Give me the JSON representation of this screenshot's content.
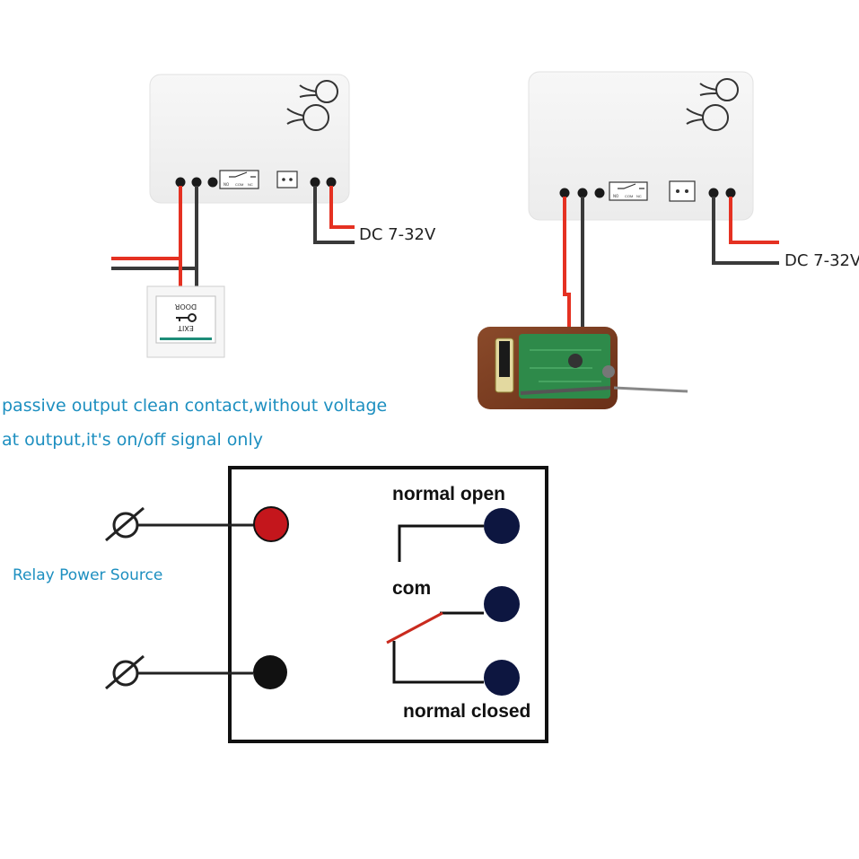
{
  "module_left": {
    "power_label": "DC 7-32V",
    "exit_button": {
      "line1": "EXIT",
      "line2": "DOOR"
    },
    "terminal_labels": [
      "NO",
      "COM",
      "NC"
    ]
  },
  "module_right": {
    "power_label": "DC 7-32V",
    "terminal_labels": [
      "NO",
      "COM",
      "NC"
    ]
  },
  "caption": {
    "line1": "passive output clean contact,without voltage",
    "line2": "at output,it's on/off signal only"
  },
  "schematic": {
    "source_label": "Relay Power Source",
    "normal_open_label": "normal open",
    "com_label": "com",
    "normal_closed_label": "normal closed"
  },
  "colors": {
    "caption": "#1d8fc0",
    "wire_red": "#e53122",
    "wire_black": "#3a3a3a",
    "terminal_red": "#c4161c",
    "terminal_navy": "#0d1640",
    "relay_blade": "#c92a1e"
  }
}
